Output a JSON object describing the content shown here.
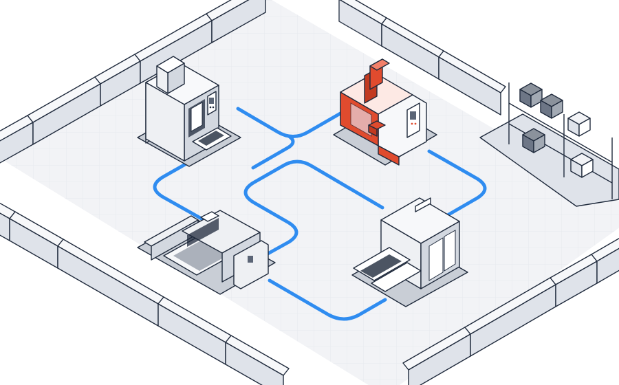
{
  "scene": {
    "kind": "isometric factory floor layout",
    "colors": {
      "background": "#ffffff",
      "floor": "#f2f3f6",
      "grid": "#dde1e8",
      "outline": "#1f2a3c",
      "machine_body": "#eef0f3",
      "machine_shade": "#d3d8e0",
      "shadow": "#c9ced6",
      "highlight_machine": "#e04b2e",
      "route": "#2f8cf0",
      "crate": "#8b929c"
    },
    "machines": [
      {
        "id": "cnc-machining-center",
        "icon": "cnc-mill-icon",
        "highlighted": false
      },
      {
        "id": "cnc-mill-active",
        "icon": "cnc-mill-icon",
        "highlighted": true
      },
      {
        "id": "laser-cutter",
        "icon": "laser-cutter-icon",
        "highlighted": false
      },
      {
        "id": "press-brake",
        "icon": "press-brake-icon",
        "highlighted": false
      },
      {
        "id": "storage-rack",
        "icon": "warehouse-rack-icon",
        "highlighted": false
      }
    ],
    "routes": [
      {
        "from": "cnc-machining-center",
        "to": "laser-cutter"
      },
      {
        "from": "cnc-machining-center",
        "to": "cnc-mill-active"
      },
      {
        "from": "cnc-mill-active",
        "to": "press-brake"
      },
      {
        "from": "laser-cutter",
        "to": "press-brake"
      },
      {
        "from": "cnc-machining-center",
        "to": "press-brake"
      }
    ]
  }
}
